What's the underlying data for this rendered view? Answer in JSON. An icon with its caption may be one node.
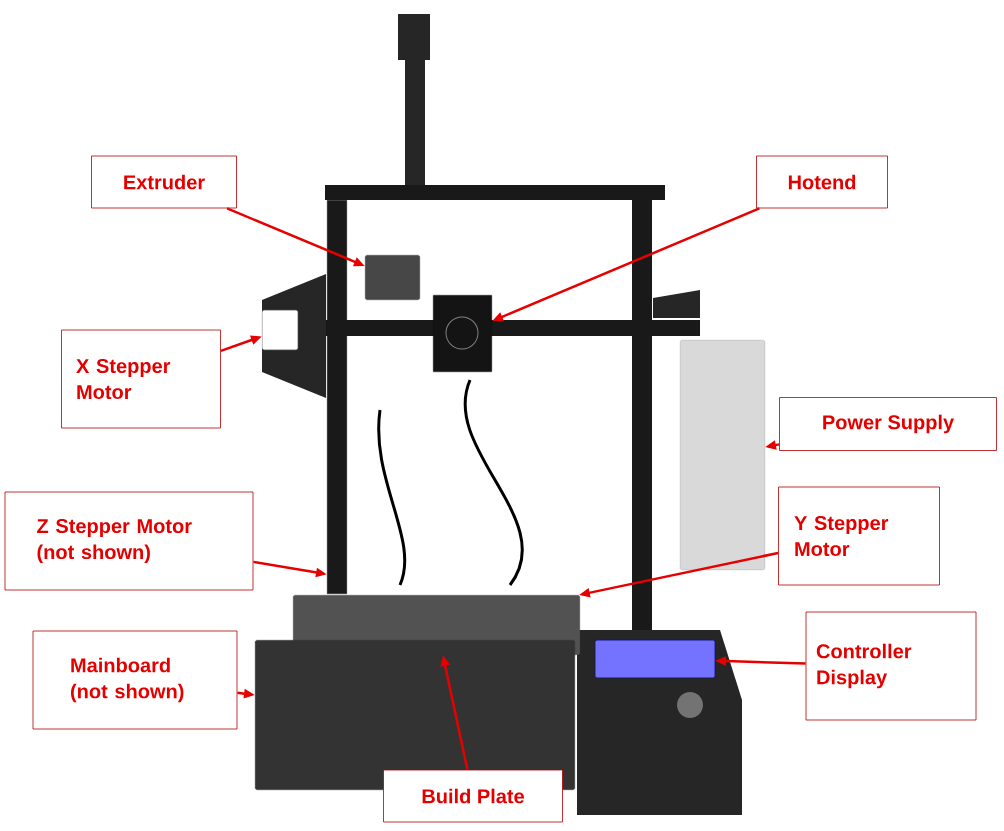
{
  "diagram": {
    "nodes": [
      {
        "text": [
          "Extruder"
        ]
      },
      {
        "text": [
          "Hotend"
        ]
      },
      {
        "text": [
          "X Stepper Motor"
        ]
      },
      {
        "text": [
          "Power Supply"
        ]
      },
      {
        "text": [
          "Z Stepper Motor (not shown)"
        ]
      },
      {
        "text": [
          "Y Stepper Motor"
        ]
      },
      {
        "text": [
          "Mainboard (not shown)"
        ]
      },
      {
        "text": [
          "Controller Display"
        ]
      },
      {
        "text": [
          "Build Plate"
        ]
      },
      {
        "text": [],
        "shape": "bar"
      },
      {
        "text": [],
        "shape": "box"
      },
      {
        "text": [],
        "shape": "picture"
      },
      {
        "text": [],
        "shape": "box"
      },
      {
        "text": [],
        "shape": "box"
      },
      {
        "text": [],
        "shape": "box"
      },
      {
        "text": [],
        "shape": "box"
      },
      {
        "text": [],
        "shape": "box"
      }
    ],
    "edges": [
      {
        "from": 0,
        "to": 10,
        "arrow": "to"
      },
      {
        "from": 1,
        "to": 11,
        "arrow": "to"
      },
      {
        "from": 2,
        "to": 12,
        "arrow": "to"
      },
      {
        "from": 3,
        "to": 13,
        "arrow": "to"
      },
      {
        "from": 4,
        "to": 9,
        "arrow": "to"
      },
      {
        "from": 5,
        "to": 14,
        "arrow": "to"
      },
      {
        "from": 6,
        "to": 15,
        "arrow": "to"
      },
      {
        "from": 7,
        "to": 16,
        "arrow": "to"
      },
      {
        "from": 8,
        "to": 14,
        "arrow": "to"
      }
    ]
  }
}
